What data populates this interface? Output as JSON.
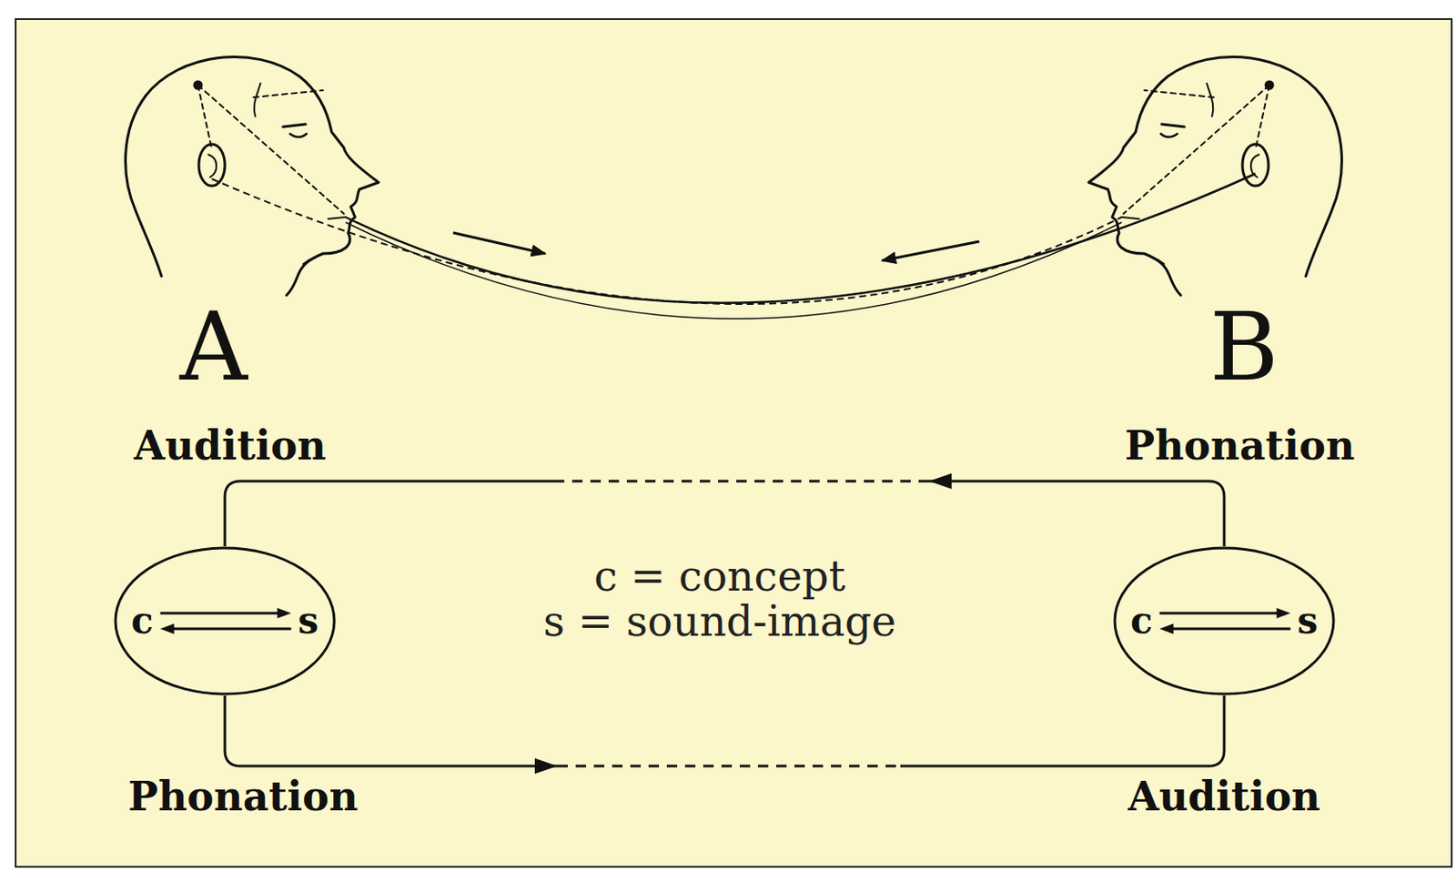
{
  "diagram": {
    "nodes": [
      {
        "text": [
          "c",
          "s"
        ]
      },
      {
        "text": [
          "c",
          "s"
        ]
      }
    ],
    "edges": [
      {
        "from": 0,
        "to": 1,
        "arrow": "to"
      },
      {
        "from": 1,
        "to": 0,
        "arrow": "to"
      }
    ],
    "labels": [
      "A",
      "B",
      "Audition",
      "Phonation",
      "c = concept",
      "s = sound-image",
      "Phonation",
      "Audition"
    ]
  }
}
